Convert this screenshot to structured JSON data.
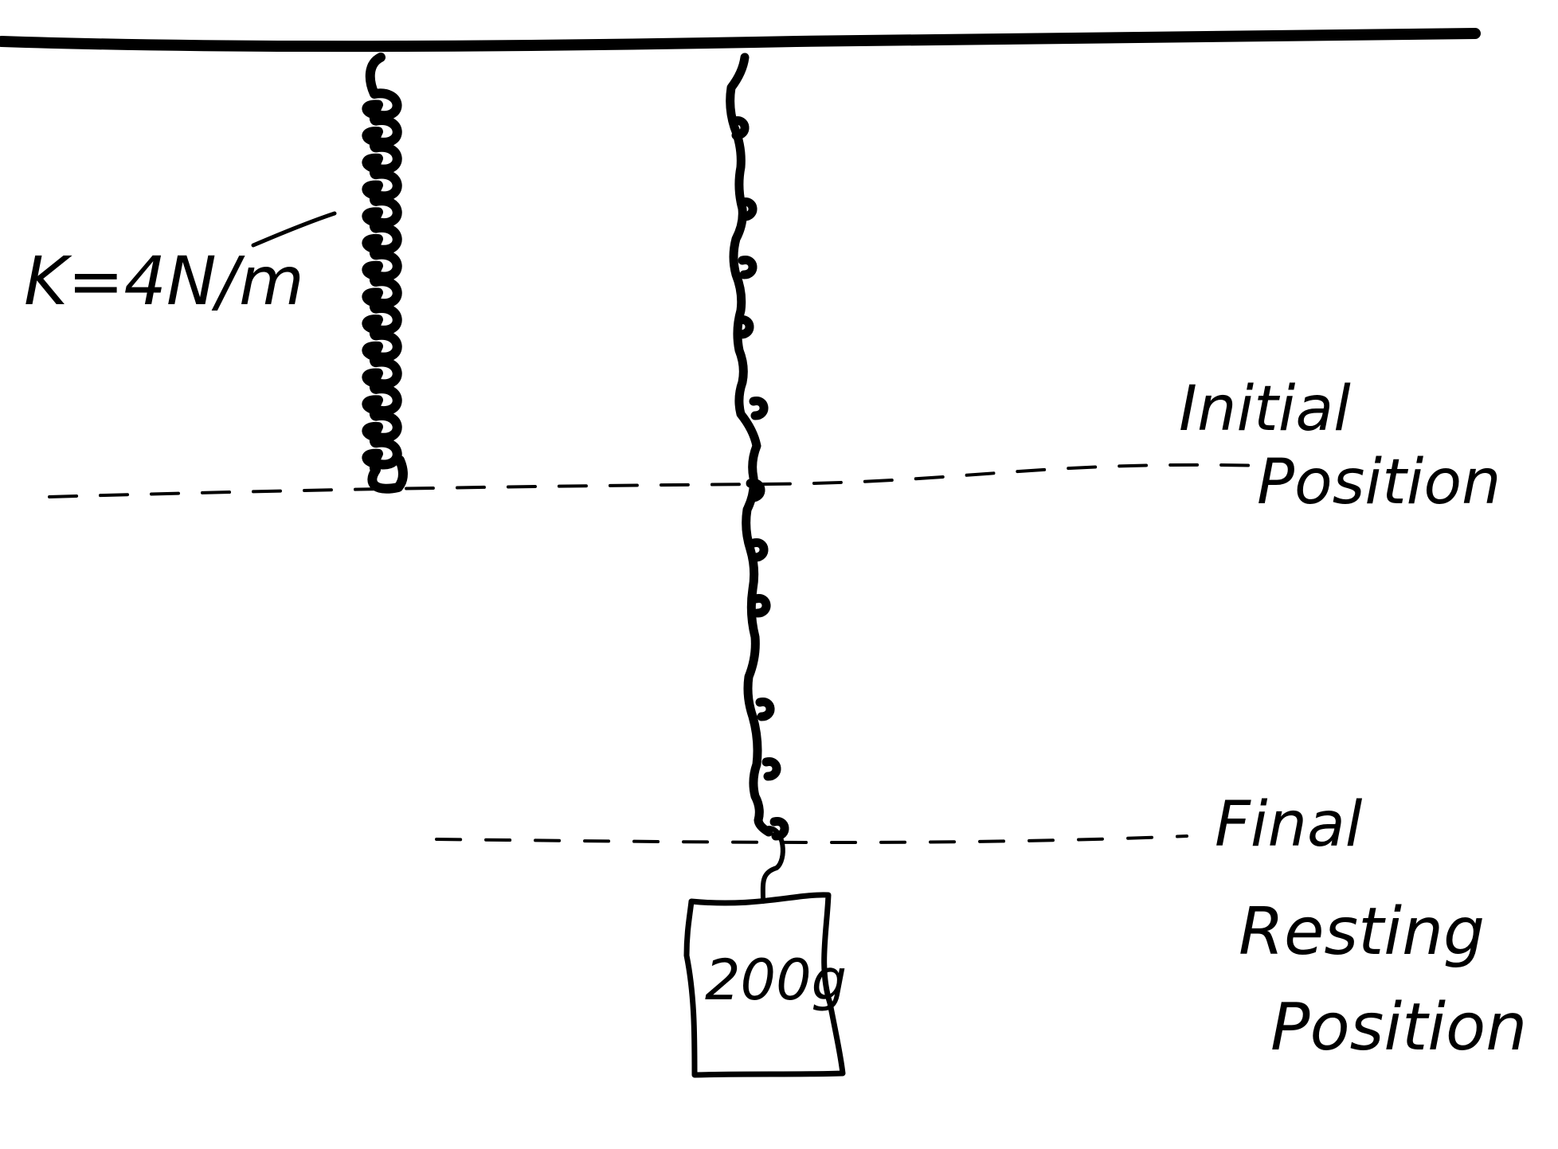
{
  "diagram": {
    "spring_constant_label": "K=4N/m",
    "initial_position_label": [
      "Initial",
      "Position"
    ],
    "final_position_label": [
      "Final",
      "Resting",
      "Position"
    ],
    "mass_label": "200g"
  },
  "colors": {
    "ink": "#000000",
    "background": "#ffffff"
  }
}
